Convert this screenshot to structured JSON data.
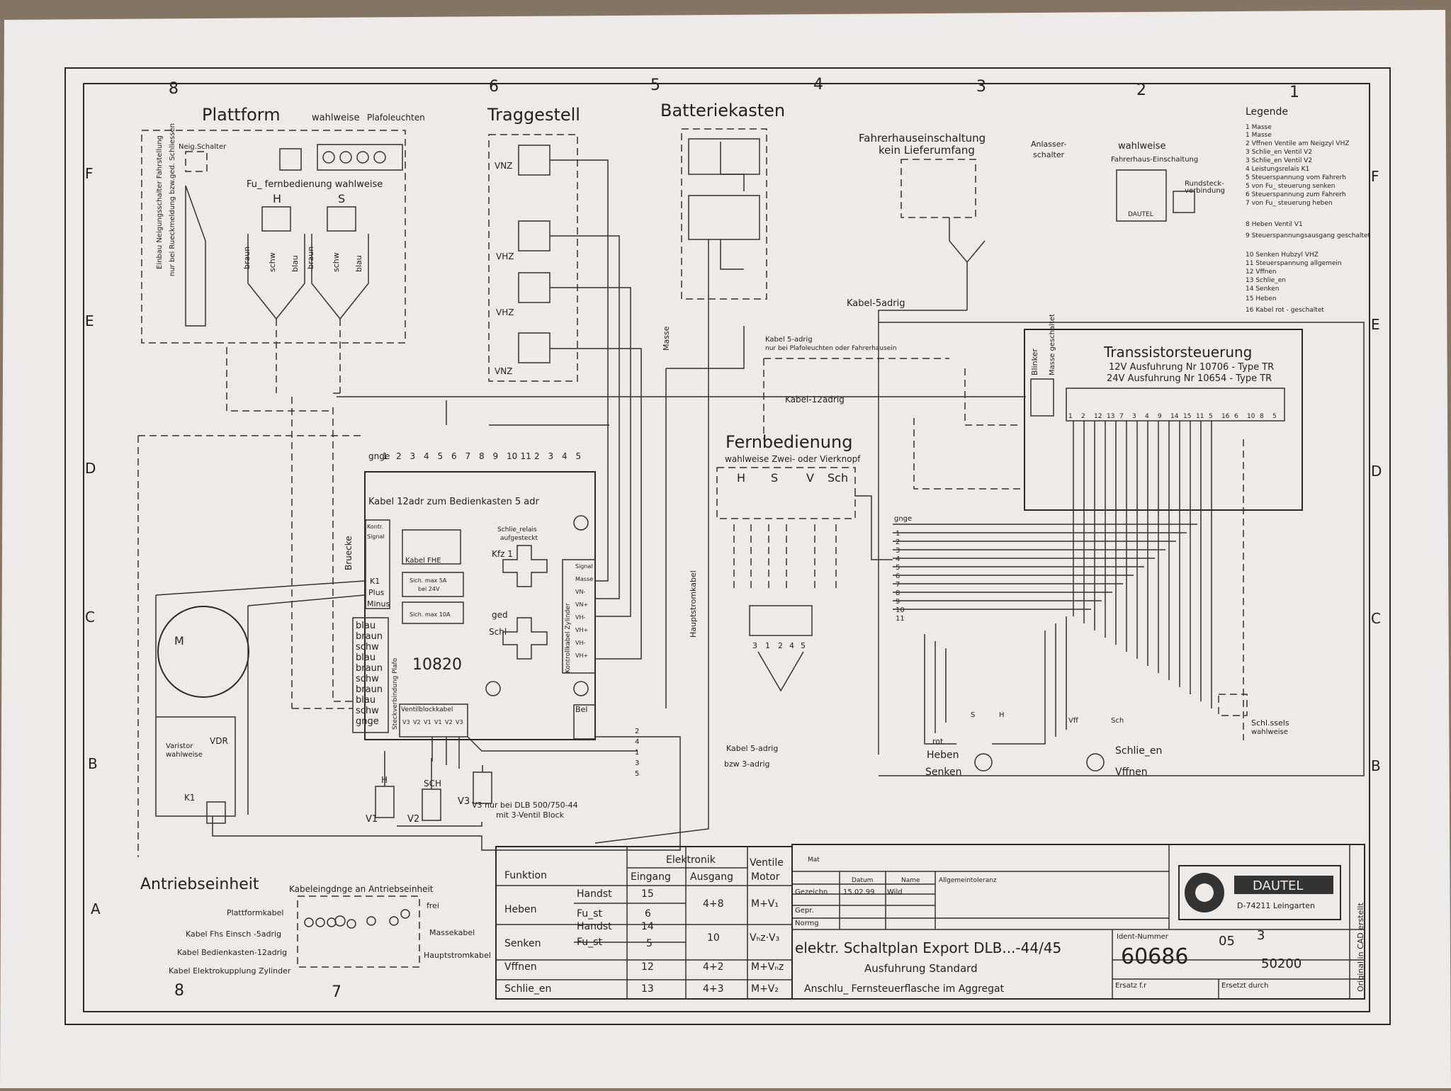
{
  "grid": {
    "top_numbers": [
      "8",
      "6",
      "5",
      "4",
      "3",
      "2",
      "1"
    ],
    "bottom_numbers": [
      "8",
      "7"
    ],
    "side_letters": [
      "F",
      "E",
      "D",
      "C",
      "B",
      "A"
    ]
  },
  "sections": {
    "plattform": {
      "title": "Plattform",
      "opt": "wahlweise",
      "lights": "Plafoleuchten",
      "neig": "Neig.Schalter",
      "fu": "Fu_ fernbedienung wahlweise",
      "h": "H",
      "s": "S",
      "einbau": "Einbau Neigungsschalter Fahrstellung",
      "rueck": "nur bei Rueckmeldung bzw.ged. Schliessen",
      "wires": [
        "braun",
        "schw",
        "blau",
        "braun",
        "schw",
        "blau"
      ]
    },
    "traggestell": {
      "title": "Traggestell",
      "valves": [
        "VNZ",
        "VHZ",
        "VHZ",
        "VNZ"
      ]
    },
    "batterie": {
      "title": "Batteriekasten"
    },
    "fahrerhaus": {
      "line1": "Fahrerhauseinschaltung",
      "line2": "kein Lieferumfang",
      "kabel": "Kabel-5adrig",
      "kabel5_1": "Kabel 5-adrig",
      "kabel5_2": "nur bei Plafoleuchten oder Fahrerhausein"
    },
    "anlasser": {
      "l1": "Anlasser-",
      "l2": "schalter",
      "wahl": "wahlweise",
      "fb": "Fahrerhaus-Einschaltung",
      "rund1": "Rundsteck-",
      "rund2": "verbindung",
      "dautel": "DAUTEL"
    },
    "legende": {
      "title": "Legende",
      "items": [
        "1 Masse",
        "1 Masse",
        "2 Vffnen Ventile am Neigzyl VHZ",
        "3 Schlie_en Ventil V2",
        "3 Schlie_en Ventil V2",
        "4 Leistungsrelais K1",
        "5 Steuerspannung vom Fahrerh",
        "5 von Fu_ steuerung senken",
        "6 Steuerspannung zum Fahrerh",
        "7 von Fu_ steuerung heben",
        "8 Heben Ventil V1",
        "9 Steuerspannungsausgang geschaltet",
        "10 Senken Hubzyl VHZ",
        "11 Steuerspannung allgemein",
        "12 Vffnen",
        "13 Schlie_en",
        "14 Senken",
        "15 Heben",
        "16 Kabel rot - geschaltet"
      ]
    },
    "transistor": {
      "title": "Transsistorsteuerung",
      "l1": "12V Ausfuhrung Nr 10706 - Type TR",
      "l2": "24V Ausfuhrung Nr 10654 - Type TR",
      "blinker": "Blinker",
      "masse_g": "Masse geschaltet",
      "terms": [
        "1",
        "2",
        "12",
        "13",
        "7",
        "3",
        "4",
        "9",
        "14",
        "15",
        "11",
        "5",
        "16",
        "6",
        "10",
        "8",
        "5"
      ]
    },
    "kabel12": {
      "label": "Kabel-12adrig"
    },
    "fernbedienung": {
      "title": "Fernbedienung",
      "sub": "wahlweise Zwei- oder Vierknopf",
      "keys": [
        "H",
        "S",
        "V",
        "Sch"
      ],
      "pins": [
        "3",
        "1",
        "2",
        "4",
        "5"
      ],
      "gnge": "gnge",
      "nums": [
        "1",
        "2",
        "3",
        "4",
        "5",
        "6",
        "7",
        "8",
        "9",
        "10",
        "11"
      ]
    },
    "main": {
      "id": "10820",
      "top_labels": [
        "gnge",
        "1",
        "2",
        "3",
        "4",
        "5",
        "6",
        "7",
        "8",
        "9",
        "10",
        "11",
        "2",
        "3",
        "4",
        "5"
      ],
      "kabel": "Kabel  12adr  zum Bedienkasten  5 adr",
      "bruecke": "Bruecke",
      "kontr": "Kontr.",
      "signal": "Signal",
      "k1": "K1",
      "plus": "Plus",
      "minus": "Minus",
      "kabel_fhe": "Kabel FHE",
      "sich1": "Sich. max 5A",
      "sich1b": "bei 24V",
      "sich2": "Sich. max 10A",
      "schl1": "Schlie_relais",
      "schl2": "aufgesteckt",
      "kfz": "Kfz 1",
      "ged": "ged",
      "schl": "Schl",
      "wires": [
        "blau",
        "braun",
        "schw",
        "blau",
        "braun",
        "schw",
        "braun",
        "blau",
        "schw",
        "gnge"
      ],
      "stecker": "Steckverbindung Plafo",
      "ventilblock": "Ventilblockkabel",
      "vpins": [
        "V3",
        "V2",
        "V1",
        "V1",
        "V2",
        "V3"
      ],
      "kontroll": "Kontrollkabel Zylinder",
      "kpins": [
        "Signal",
        "Masse",
        "VN-",
        "VN+",
        "VH-",
        "VH+",
        "VH-",
        "VH+"
      ],
      "bel": "Bel",
      "hauptstrom": "Hauptstromkabel",
      "masse": "Masse",
      "h": "H",
      "sch": "SCH",
      "v3": "V3",
      "v1": "V1",
      "v2": "V2",
      "note1": "V3 nur bei DLB 500/750-44",
      "note2": "mit 3-Ventil Block",
      "kabel5": "Kabel 5-adrig",
      "kabel3": "bzw 3-adrig",
      "right_nums": [
        "2",
        "4",
        "1",
        "3",
        "5"
      ]
    },
    "motor": {
      "m": "M",
      "varistor": "Varistor",
      "wahl": "wahlweise",
      "vdr": "VDR",
      "k1": "K1"
    },
    "antrieb": {
      "title": "Antriebseinheit",
      "sub": "Kabeleingdnge an Antriebseinheit",
      "left": [
        "Plattformkabel",
        "Kabel Fhs Einsch -5adrig",
        "Kabel Bedienkasten-12adrig",
        "Kabel Elektrokupplung Zylinder"
      ],
      "right": [
        "frei",
        "Massekabel",
        "Hauptstromkabel"
      ]
    },
    "valves_right": {
      "heben": "Heben",
      "senken": "Senken",
      "schl": "Schlie_en",
      "vffnen": "Vffnen",
      "rot": "rot",
      "schluessel1": "Schl.ssels",
      "schluessel2": "wahlweise",
      "s": "S",
      "h": "H",
      "vff": "Vff",
      "sch": "Sch"
    }
  },
  "table": {
    "headers": {
      "funktion": "Funktion",
      "elektronik": "Elektronik",
      "eingang": "Eingang",
      "ausgang": "Ausgang",
      "ventile": "Ventile",
      "motor": "Motor"
    },
    "rows": [
      {
        "f": "Heben",
        "sub": [
          "Handst",
          "Fu_st"
        ],
        "e": [
          "15",
          "6"
        ],
        "a": "4+8",
        "m": "M+V₁"
      },
      {
        "f": "Senken",
        "sub": [
          "Handst",
          "Fu_st"
        ],
        "e": [
          "14",
          "5"
        ],
        "a": "10",
        "m": "Vₕᴢ·V₃"
      },
      {
        "f": "Vffnen",
        "e": [
          "12"
        ],
        "a": "4+2",
        "m": "M+Vₙᴢ"
      },
      {
        "f": "Schlie_en",
        "e": [
          "13"
        ],
        "a": "4+3",
        "m": "M+V₂"
      }
    ]
  },
  "titleblock": {
    "mat": "Mat",
    "datum": "Datum",
    "name": "Name",
    "allg": "Allgemeintoleranz",
    "gezeichn": "Gezeichn",
    "date": "15.02.99",
    "wild": "Wild",
    "gepr": "Gepr.",
    "normg": "Normg",
    "title": "elektr. Schaltplan Export DLB...-44/45",
    "sub": "Ausfuhrung Standard",
    "sub2": "Anschlu_ Fernsteuerflasche im Aggregat",
    "ident_label": "Ident-Nummer",
    "ident": "60686",
    "rev1": "05",
    "rev2": "3",
    "code": "50200",
    "ersatz": "Ersatz f.r",
    "ersetzt": "Ersetzt durch",
    "brand": "DAUTEL",
    "addr": "D-74211 Leingarten",
    "cad": "Original in CAD erstellt"
  }
}
